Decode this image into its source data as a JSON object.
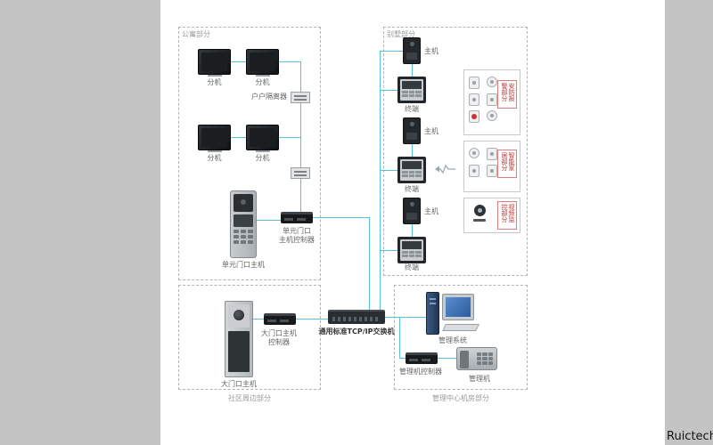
{
  "brand": "Ruictech",
  "colors": {
    "outer_bg": "#c4c4c4",
    "page_bg": "#ffffff",
    "line": "#58c0dd",
    "accent_red": "#c23434"
  },
  "switch": {
    "label": "通用标准TCP/IP交换机"
  },
  "sections": {
    "apartment": {
      "title": "公寓部分",
      "monitor_labels": [
        "分机",
        "分机",
        "分机",
        "分机"
      ],
      "isolator_label": "户户隔离器",
      "door_station_label": "单元门口主机",
      "controller_label": [
        "单元门口",
        "主机控制器"
      ]
    },
    "villa": {
      "title": "别墅部分",
      "groups": [
        {
          "host": "主机",
          "terminal": "终端"
        },
        {
          "host": "主机",
          "terminal": "终端"
        },
        {
          "host": "主机",
          "terminal": "终端"
        }
      ],
      "accessory_boxes": [
        {
          "label": "安防报警部分",
          "icons": [
            "smoke-detector",
            "gas-detector",
            "pir-sensor",
            "door-contact",
            "panic-button",
            "siren"
          ]
        },
        {
          "label": "智能家居部分",
          "icons": [
            "light",
            "socket",
            "ac-panel",
            "curtain"
          ]
        },
        {
          "label": "视频监控部分",
          "icons": [
            "ip-camera"
          ]
        }
      ]
    },
    "community": {
      "title": "社区周边部分",
      "gate_station_label": "大门口主机",
      "controller_label": [
        "大门口主机",
        "控制器"
      ]
    },
    "management": {
      "title": "管理中心机房部分",
      "system_label": "管理系统",
      "controller_label": "管理机控制器",
      "phone_label": "管理机"
    }
  }
}
